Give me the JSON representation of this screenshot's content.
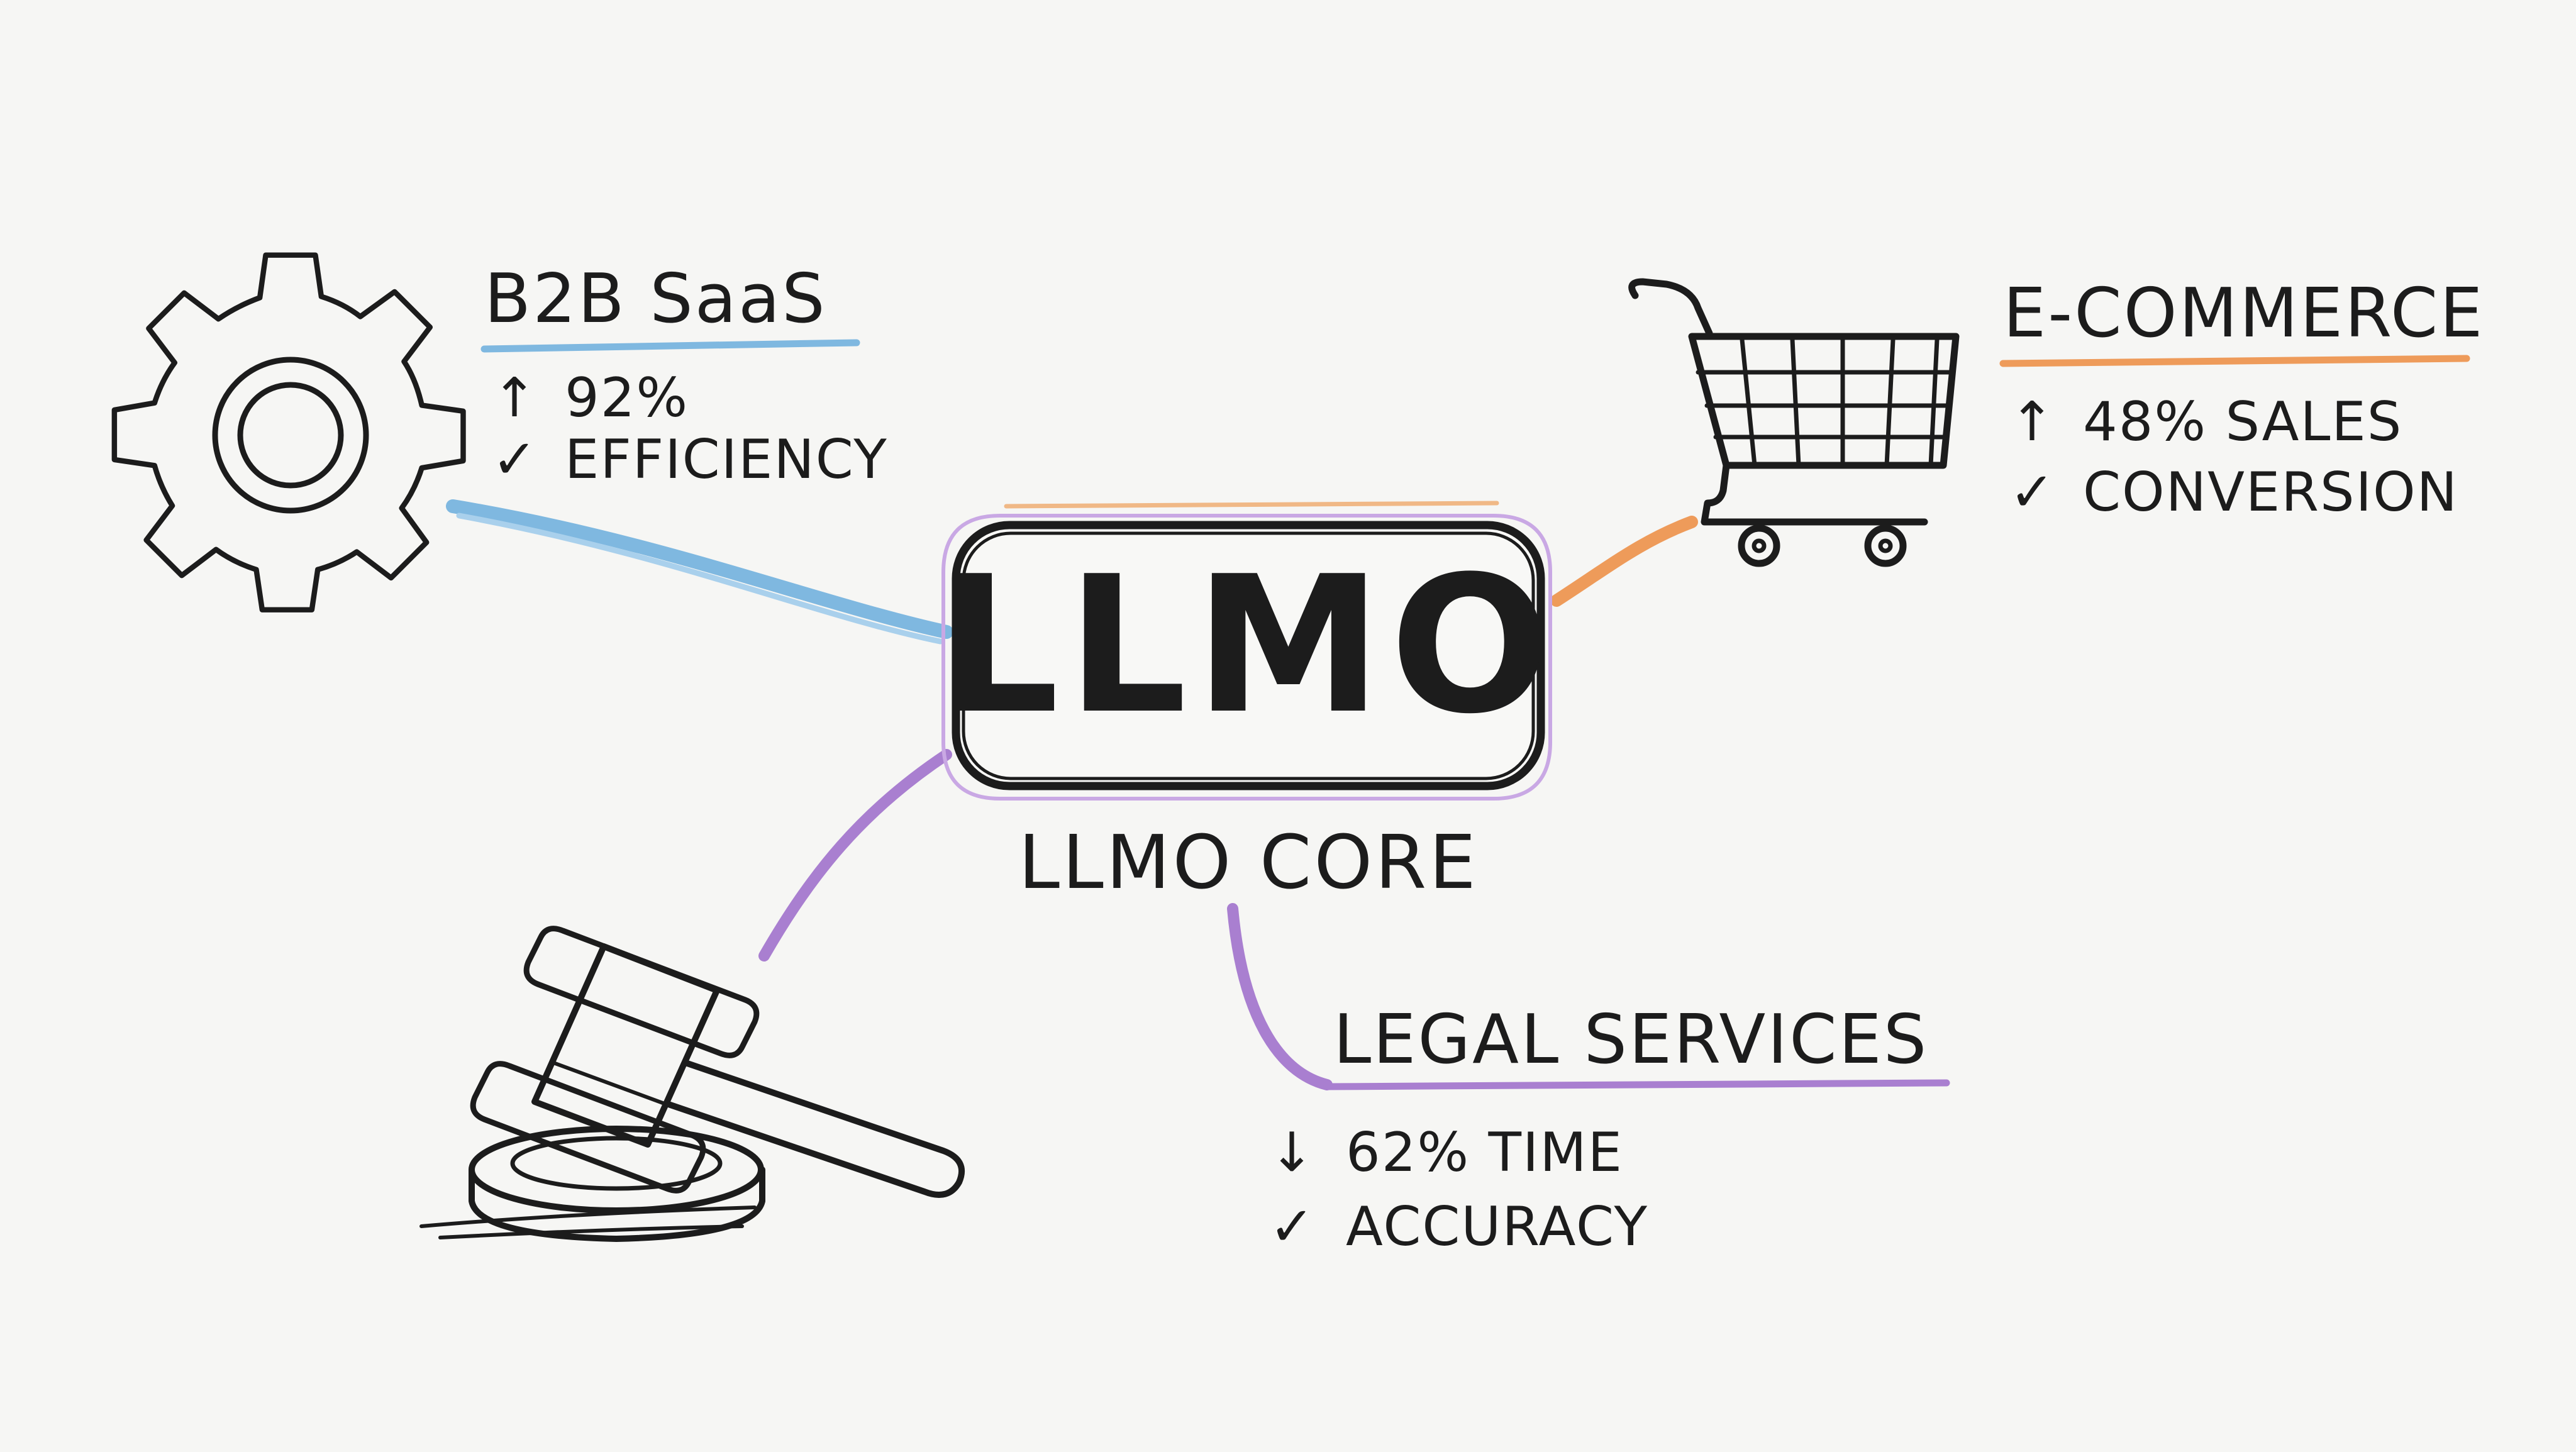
{
  "colors": {
    "background": "#f6f6f4",
    "ink": "#1c1c1c",
    "saas_accent": "#7fb8e0",
    "ecommerce_accent": "#ee9b5a",
    "legal_accent": "#a97fd0"
  },
  "core": {
    "title": "LLMO",
    "label": "LLMO CORE"
  },
  "nodes": {
    "saas": {
      "icon": "gear-icon",
      "title": "B2B SaaS",
      "stat1": {
        "arrow": "↑",
        "text": "92%"
      },
      "stat2": {
        "mark": "✓",
        "text": "EFFICIENCY"
      }
    },
    "ecommerce": {
      "icon": "shopping-cart-icon",
      "title": "E-COMMERCE",
      "stat1": {
        "arrow": "↑",
        "text": "48% SALES"
      },
      "stat2": {
        "mark": "✓",
        "text": "CONVERSION"
      }
    },
    "legal": {
      "icon": "gavel-icon",
      "title": "LEGAL SERVICES",
      "stat1": {
        "arrow": "↓",
        "text": "62% TIME"
      },
      "stat2": {
        "mark": "✓",
        "text": "ACCURACY"
      }
    }
  }
}
